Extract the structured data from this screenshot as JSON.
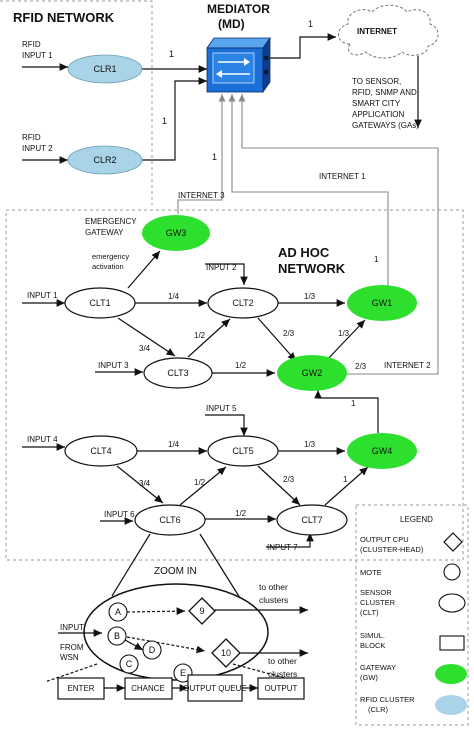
{
  "regions": {
    "rfid_network": "RFID NETWORK",
    "mediator_line1": "MEDIATOR",
    "mediator_line2": "(MD)",
    "adhoc_line1": "AD HOC",
    "adhoc_line2": "NETWORK"
  },
  "internet": {
    "label": "INTERNET",
    "description": [
      "TO SENSOR,",
      "RFID, SNMP AND",
      "SMART CITY",
      "APPLICATION",
      "GATEWAYS (GAs)"
    ]
  },
  "rfid": {
    "inputs": [
      {
        "line1": "RFID",
        "line2": "INPUT 1"
      },
      {
        "line1": "RFID",
        "line2": "INPUT 2"
      }
    ],
    "readers": [
      "CLR1",
      "CLR2"
    ]
  },
  "nodes": {
    "clt": [
      "CLT1",
      "CLT2",
      "CLT3",
      "CLT4",
      "CLT5",
      "CLT6",
      "CLT7"
    ],
    "gateways": [
      "GW1",
      "GW2",
      "GW3",
      "GW4"
    ]
  },
  "inputs": [
    "INPUT 1",
    "INPUT 2",
    "INPUT 3",
    "INPUT 4",
    "INPUT 5",
    "INPUT 6",
    "INPUT 7"
  ],
  "emergency": {
    "gateway": [
      "EMERGENCY",
      "GATEWAY"
    ],
    "activation": [
      "emergency",
      "activation"
    ]
  },
  "internet_links": [
    "INTERNET 1",
    "INTERNET 2",
    "INTERNET 3"
  ],
  "weights": {
    "one": "1",
    "quarter": "1/4",
    "third": "1/3",
    "half": "1/2",
    "two_thirds": "2/3",
    "three_quarters": "3/4"
  },
  "zoom": {
    "title": "ZOOM IN",
    "nodes": [
      "A",
      "B",
      "C",
      "D",
      "E"
    ],
    "cpus": [
      "9",
      "10"
    ],
    "input": [
      "INPUT",
      "FROM",
      "WSN"
    ],
    "to_other": [
      "to other",
      "clusters"
    ]
  },
  "pipeline": [
    "ENTER",
    "CHANCE",
    "OUTPUT QUEUE",
    "OUTPUT"
  ],
  "legend": {
    "title": "LEGEND",
    "items": [
      {
        "label": [
          "OUTPUT CPU",
          "(CLUSTER-HEAD)"
        ]
      },
      {
        "label": [
          "MOTE"
        ]
      },
      {
        "label": [
          "SENSOR",
          "CLUSTER",
          "(CLT)"
        ]
      },
      {
        "label": [
          "SIMUL.",
          "BLOCK"
        ]
      },
      {
        "label": [
          "GATEWAY",
          "(GW)"
        ]
      },
      {
        "label": [
          "RFID CLUSTER",
          "(CLR)"
        ]
      }
    ]
  },
  "colors": {
    "gateway": "#2ee02e",
    "rfid": "#a9d3e6",
    "mediator": "#1b6fd6",
    "gray": "#8c8c8c"
  }
}
